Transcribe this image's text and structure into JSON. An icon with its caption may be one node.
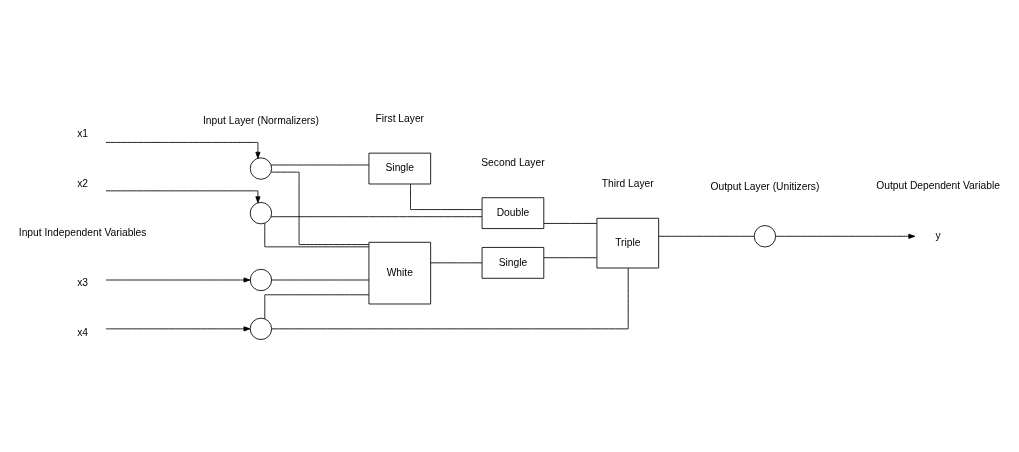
{
  "diagram": {
    "nodes": [
      {
        "text": [
          "x1"
        ]
      },
      {
        "text": [
          "x2"
        ]
      },
      {
        "text": [
          "x3"
        ]
      },
      {
        "text": [
          "x4"
        ]
      },
      {
        "text": [],
        "shape": "circle"
      },
      {
        "text": [],
        "shape": "circle"
      },
      {
        "text": [],
        "shape": "circle"
      },
      {
        "text": [],
        "shape": "circle"
      },
      {
        "text": [
          "Single"
        ]
      },
      {
        "text": [
          "White"
        ]
      },
      {
        "text": [
          "Double"
        ]
      },
      {
        "text": [
          "Single"
        ]
      },
      {
        "text": [
          "Triple"
        ]
      },
      {
        "text": [],
        "shape": "circle"
      },
      {
        "text": [
          "y"
        ]
      }
    ],
    "edges": [
      {
        "from": 0,
        "to": 4,
        "arrow": "to"
      },
      {
        "from": 1,
        "to": 5,
        "arrow": "to"
      },
      {
        "from": 2,
        "to": 6,
        "arrow": "to"
      },
      {
        "from": 3,
        "to": 7,
        "arrow": "to"
      },
      {
        "from": 4,
        "to": 8,
        "arrow": "none"
      },
      {
        "from": 4,
        "to": 9,
        "arrow": "none"
      },
      {
        "from": 5,
        "to": 10,
        "arrow": "none"
      },
      {
        "from": 5,
        "to": 9,
        "arrow": "none"
      },
      {
        "from": 6,
        "to": 9,
        "arrow": "none"
      },
      {
        "from": 7,
        "to": 9,
        "arrow": "none"
      },
      {
        "from": 7,
        "to": 12,
        "arrow": "none"
      },
      {
        "from": 8,
        "to": 10,
        "arrow": "none"
      },
      {
        "from": 9,
        "to": 11,
        "arrow": "none"
      },
      {
        "from": 10,
        "to": 12,
        "arrow": "none"
      },
      {
        "from": 11,
        "to": 12,
        "arrow": "none"
      },
      {
        "from": 12,
        "to": 13,
        "arrow": "none"
      },
      {
        "from": 13,
        "to": 14,
        "arrow": "to"
      }
    ],
    "labels": [
      "Input Layer (Normalizers)",
      "First Layer",
      "Second Layer",
      "Third Layer",
      "Output Layer (Unitizers)",
      "Input Independent Variables",
      "Output Dependent Variable"
    ]
  }
}
